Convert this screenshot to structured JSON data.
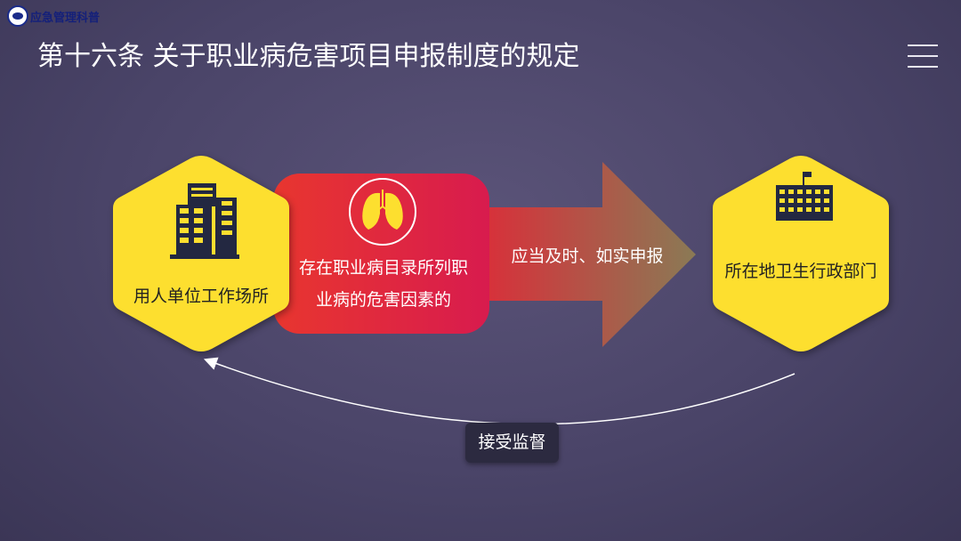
{
  "logo": {
    "text": "应急管理科普"
  },
  "header": {
    "title": "第十六条 关于职业病危害项目申报制度的规定"
  },
  "menu": {
    "icon": "hamburger-menu-icon"
  },
  "flow": {
    "employer": "用人单位工作场所",
    "hazard_line1": "存在职业病目录所列职",
    "hazard_line2": "业病的危害因素的",
    "action": "应当及时、如实申报",
    "authority": "所在地卫生行政部门",
    "feedback": "接受监督"
  },
  "colors": {
    "yellow": "#fddf2f",
    "red_start": "#e8362f",
    "red_end": "#d81b4e",
    "arrow_end": "#8a7a55",
    "dark": "#232841"
  }
}
